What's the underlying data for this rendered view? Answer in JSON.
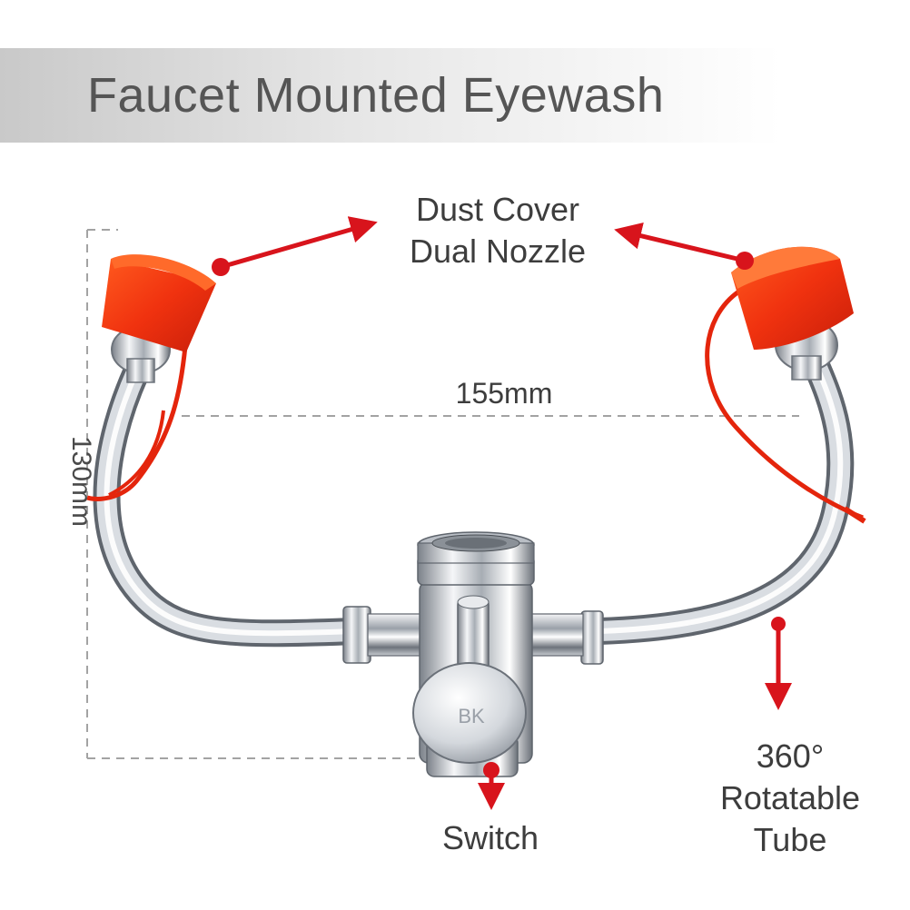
{
  "title": "Faucet Mounted Eyewash",
  "labels": {
    "nozzle_line1": "Dust Cover",
    "nozzle_line2": "Dual Nozzle",
    "width": "155mm",
    "height": "130mm",
    "switch": "Switch",
    "tube_line1": "360°",
    "tube_line2": "Rotatable",
    "tube_line3": "Tube",
    "brand_mark": "BK"
  },
  "colors": {
    "accent_red": "#d8141c",
    "cap_red": "#f23a10",
    "chrome": "#c8ccd2",
    "dim_line": "#9a9a9a",
    "text": "#3d3d3d",
    "title_text": "#555555"
  }
}
